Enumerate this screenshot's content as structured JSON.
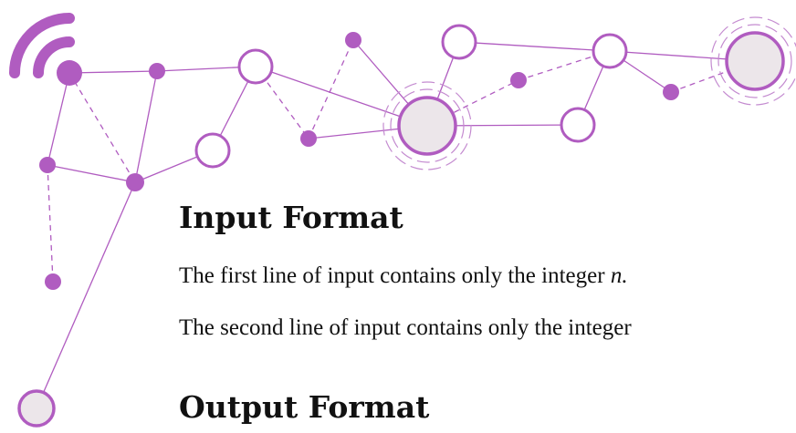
{
  "sections": {
    "input": {
      "heading": "Input Format",
      "lines": [
        {
          "text": "The first line of input contains only the integer ",
          "var": "n."
        },
        {
          "text": "The second line of input contains only the integer",
          "var": ""
        }
      ]
    },
    "output": {
      "heading": "Output Format"
    }
  },
  "decoration": {
    "accent_color": "#b05cc0",
    "node_fill": "#ece6ea",
    "icon": "wifi-signal-icon"
  }
}
